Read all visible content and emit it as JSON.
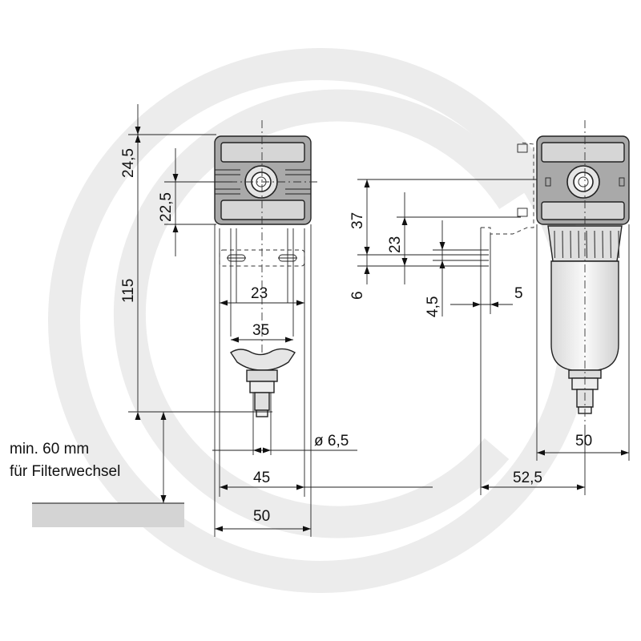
{
  "colors": {
    "watermark": "#ececec",
    "housing_dark": "#a9a9a9",
    "housing_light": "#d6d6d6",
    "bowl": "#f0f0f0",
    "floor": "#d4d4d4",
    "line": "#111111"
  },
  "front_view": {
    "dim_24_5": "24,5",
    "dim_22_5": "22,5",
    "dim_115": "115",
    "dim_23": "23",
    "dim_35": "35",
    "dim_6_5": "ø 6,5",
    "dim_45": "45",
    "dim_50": "50"
  },
  "side_view": {
    "dim_37": "37",
    "dim_23": "23",
    "dim_6": "6",
    "dim_4_5": "4,5",
    "dim_5": "5",
    "dim_50": "50",
    "dim_52_5": "52,5"
  },
  "note": {
    "line1": "min. 60 mm",
    "line2": "für Filterwechsel"
  }
}
